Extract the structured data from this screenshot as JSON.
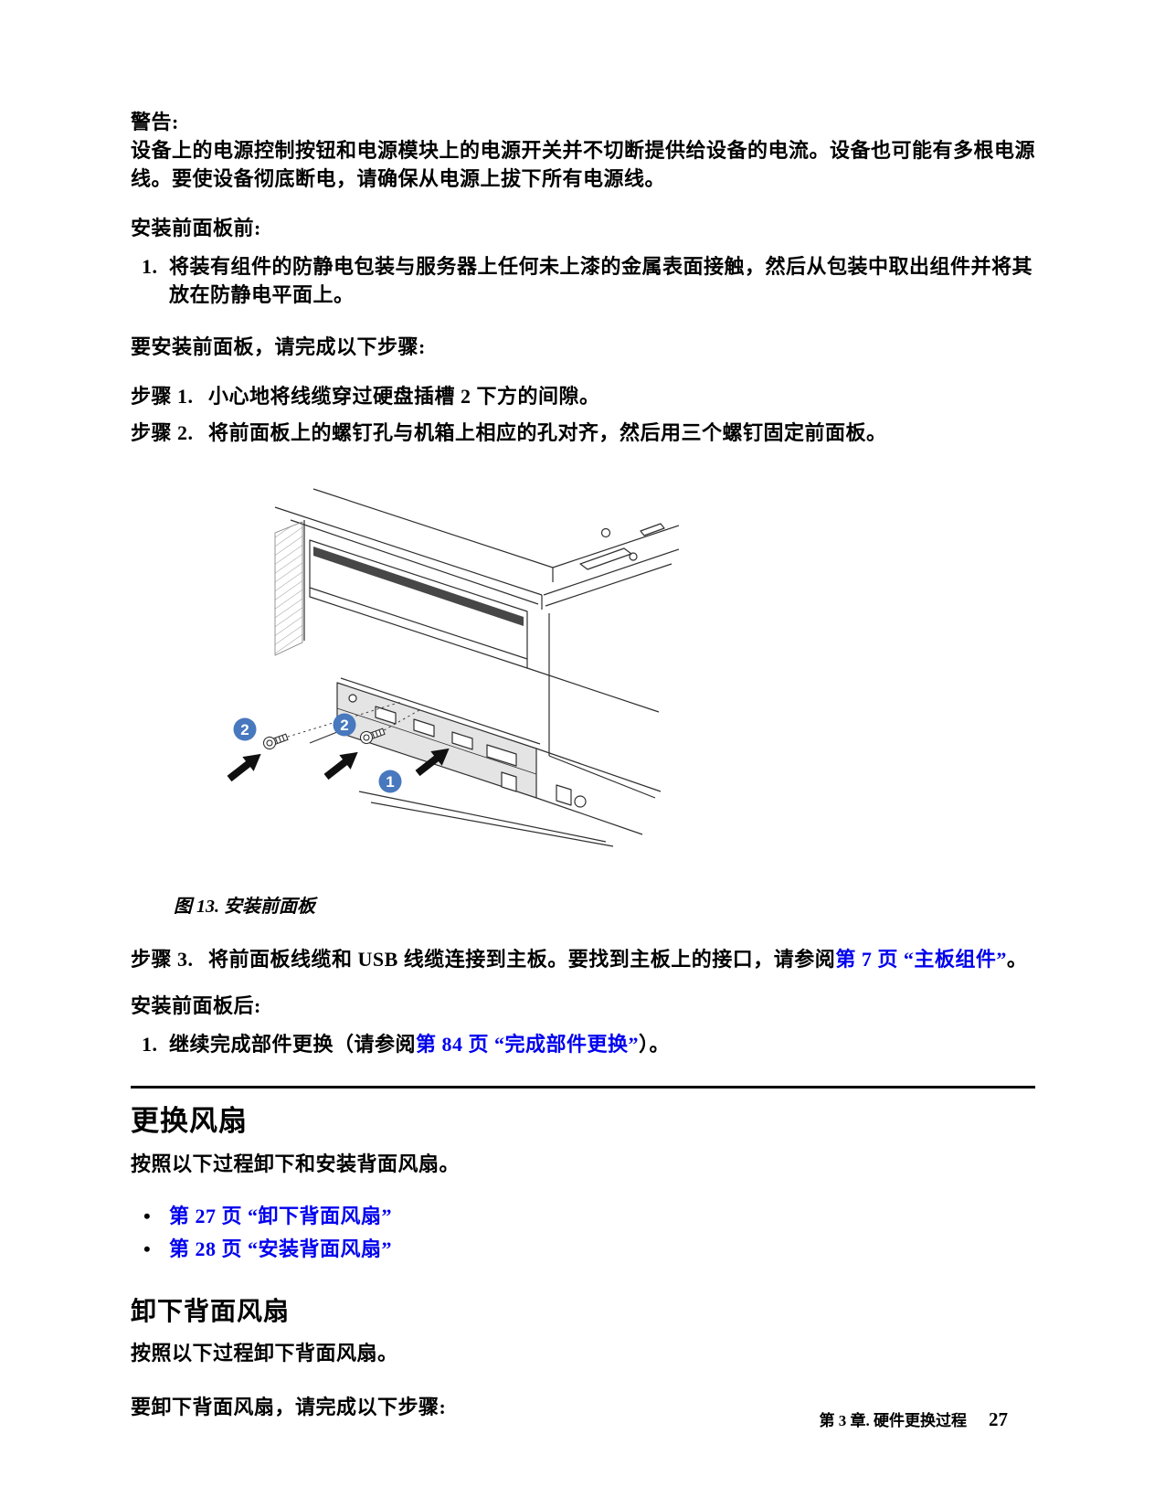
{
  "warning": {
    "label": "警告:",
    "body": "设备上的电源控制按钮和电源模块上的电源开关并不切断提供给设备的电流。设备也可能有多根电源线。要使设备彻底断电，请确保从电源上拔下所有电源线。"
  },
  "before_install": {
    "heading": "安装前面板前:",
    "items": [
      {
        "number": "1.",
        "text": "将装有组件的防静电包装与服务器上任何未上漆的金属表面接触，然后从包装中取出组件并将其放在防静电平面上。"
      }
    ]
  },
  "install_intro": "要安装前面板，请完成以下步骤:",
  "steps": [
    {
      "label": "步骤 1.",
      "text": "小心地将线缆穿过硬盘插槽 2 下方的间隙。"
    },
    {
      "label": "步骤 2.",
      "text": "将前面板上的螺钉孔与机箱上相应的孔对齐，然后用三个螺钉固定前面板。"
    }
  ],
  "figure": {
    "caption": "图 13. 安装前面板",
    "callouts": [
      {
        "label": "2"
      },
      {
        "label": "2"
      },
      {
        "label": "1"
      }
    ]
  },
  "step3": {
    "label": "步骤 3.",
    "text_before": "将前面板线缆和 USB 线缆连接到主板。要找到主板上的接口，请参阅",
    "link": "第 7 页 “主板组件”",
    "text_after": "。"
  },
  "after_install": {
    "heading": "安装前面板后:",
    "item_number": "1.",
    "text_before": "继续完成部件更换（请参阅",
    "link": "第 84 页 “完成部件更换”",
    "text_after": "）。"
  },
  "fan_section": {
    "title": "更换风扇",
    "intro": "按照以下过程卸下和安装背面风扇。",
    "bullet": "•",
    "links": [
      "第 27 页 “卸下背面风扇”",
      "第 28 页 “安装背面风扇”"
    ]
  },
  "remove_fan_section": {
    "title": "卸下背面风扇",
    "intro": "按照以下过程卸下背面风扇。",
    "outro": "要卸下背面风扇，请完成以下步骤:"
  },
  "footer": {
    "chapter": "第 3 章. 硬件更换过程",
    "page_number": "27"
  },
  "colors": {
    "link_blue": "#0000ee",
    "callout_blue": "#4878be"
  }
}
